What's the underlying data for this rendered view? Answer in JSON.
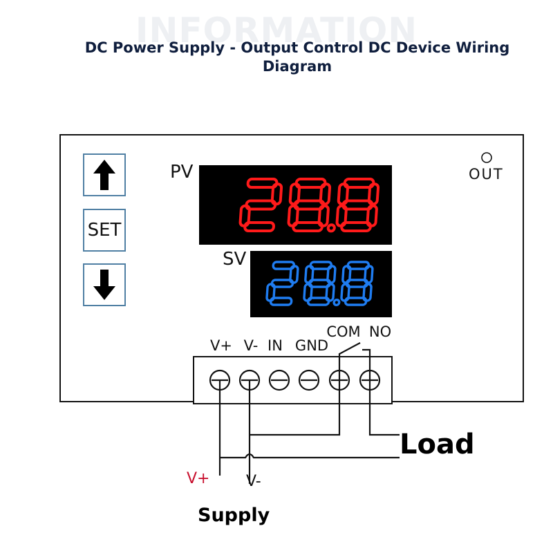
{
  "watermark": "INFORMATION",
  "title": "DC Power Supply - Output Control DC Device Wiring Diagram",
  "panel": {
    "buttons": {
      "up_icon": "up-arrow-icon",
      "set_label": "SET",
      "down_icon": "down-arrow-icon"
    },
    "pv_label": "PV",
    "sv_label": "SV",
    "pv_value": "28.8",
    "sv_value": "28.8",
    "pv_color": "#ff1a1a",
    "sv_color": "#1f7cf0",
    "out_label": "OUT"
  },
  "terminals": {
    "labels": [
      "V+",
      "V-",
      "IN",
      "GND",
      "COM",
      "NO"
    ]
  },
  "wiring": {
    "load_label": "Load",
    "supply_label": "Supply",
    "supply_plus": "V+",
    "supply_minus": "V-"
  },
  "colors": {
    "button_border": "#4f7fa3",
    "title": "#0f1e3d",
    "supply_plus": "#c8102e"
  }
}
